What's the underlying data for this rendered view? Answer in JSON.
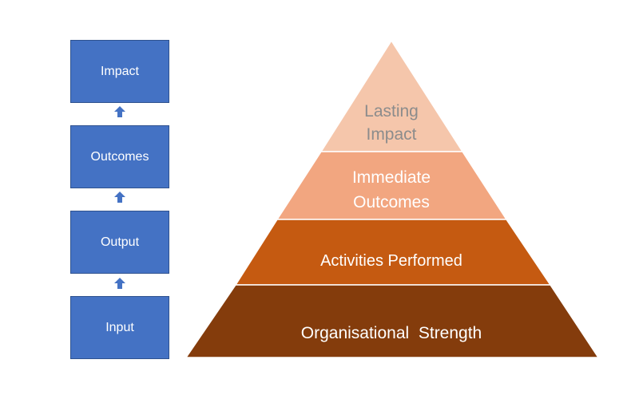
{
  "colors": {
    "box_fill": "#4472c4",
    "box_border": "#2f528f",
    "arrow": "#4472c4",
    "tier_lasting": "#f5c6ab",
    "tier_immediate": "#f2a680",
    "tier_activities": "#c55a11",
    "tier_organisational": "#843c0c"
  },
  "flow": {
    "boxes": [
      {
        "label": "Impact"
      },
      {
        "label": "Outcomes"
      },
      {
        "label": "Output"
      },
      {
        "label": "Input"
      }
    ]
  },
  "pyramid": {
    "tiers": [
      {
        "line1": "Lasting",
        "line2": "Impact"
      },
      {
        "line1": "Immediate",
        "line2": "Outcomes"
      },
      {
        "line1": "Activities Performed"
      },
      {
        "line1": "Organisational  Strength"
      }
    ]
  }
}
